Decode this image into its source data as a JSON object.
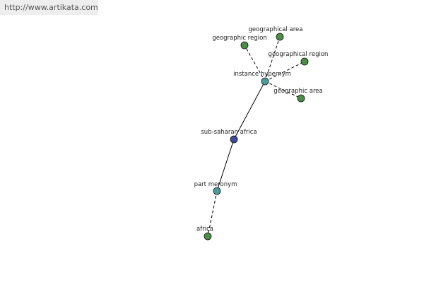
{
  "watermark": {
    "text": "http://www.artikata.com"
  },
  "graph": {
    "colors": {
      "center": "#3f4b94",
      "relation": "#4b9d9c",
      "leaf": "#4b8f45"
    },
    "nodes": [
      {
        "id": "sub-saharan-africa",
        "label": "sub-saharan africa",
        "kind": "center"
      },
      {
        "id": "instance-hypernym",
        "label": "instance hypernym",
        "kind": "relation"
      },
      {
        "id": "part-meronym",
        "label": "part meronym",
        "kind": "relation"
      },
      {
        "id": "geographical-area",
        "label": "geographical area",
        "kind": "leaf"
      },
      {
        "id": "geographic-region",
        "label": "geographic region",
        "kind": "leaf"
      },
      {
        "id": "geographical-region",
        "label": "geographical region",
        "kind": "leaf"
      },
      {
        "id": "geographic-area",
        "label": "geographic area",
        "kind": "leaf"
      },
      {
        "id": "africa",
        "label": "africa",
        "kind": "leaf"
      }
    ],
    "edges": [
      {
        "from": "sub-saharan-africa",
        "to": "instance-hypernym",
        "style": "solid"
      },
      {
        "from": "sub-saharan-africa",
        "to": "part-meronym",
        "style": "solid"
      },
      {
        "from": "instance-hypernym",
        "to": "geographical-area",
        "style": "dashed"
      },
      {
        "from": "instance-hypernym",
        "to": "geographic-region",
        "style": "dashed"
      },
      {
        "from": "instance-hypernym",
        "to": "geographical-region",
        "style": "dashed"
      },
      {
        "from": "instance-hypernym",
        "to": "geographic-area",
        "style": "dashed"
      },
      {
        "from": "part-meronym",
        "to": "africa",
        "style": "dashed"
      }
    ]
  }
}
